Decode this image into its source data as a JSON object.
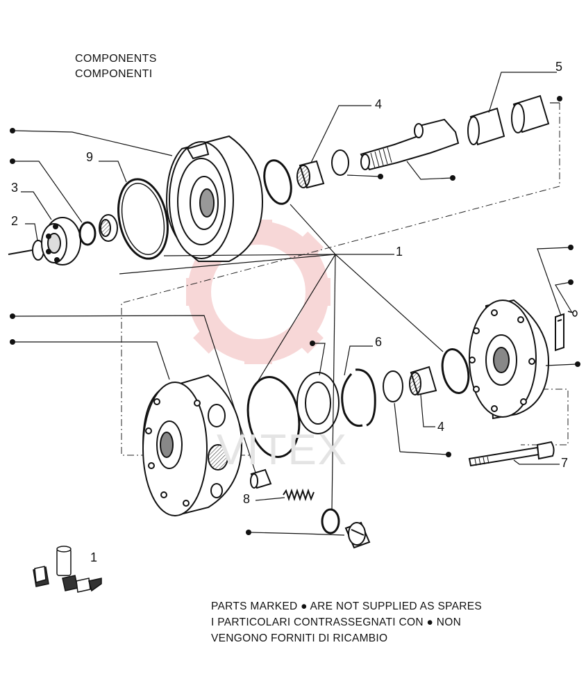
{
  "header": {
    "title_en": "COMPONENTS",
    "title_it": "COMPONENTI"
  },
  "watermark": "VITEX",
  "callouts": {
    "c1": "1",
    "c2": "2",
    "c3": "3",
    "c4_top": "4",
    "c4_bottom": "4",
    "c5": "5",
    "c6": "6",
    "c7": "7",
    "c8": "8",
    "c9": "9"
  },
  "seal_kit": {
    "label": "1",
    "icon": "seal-kit-icon"
  },
  "footer": {
    "line1_pre": "PARTS MARKED",
    "line1_post": "ARE NOT SUPPLIED AS SPARES",
    "line2_pre": "I PARTICOLARI CONTRASSEGNATI CON",
    "line2_post": "NON",
    "line3": "VENGONO FORNITI DI RICAMBIO",
    "marker": "●"
  },
  "colors": {
    "ink": "#111111",
    "watermark_red": "#f2b8b8"
  }
}
